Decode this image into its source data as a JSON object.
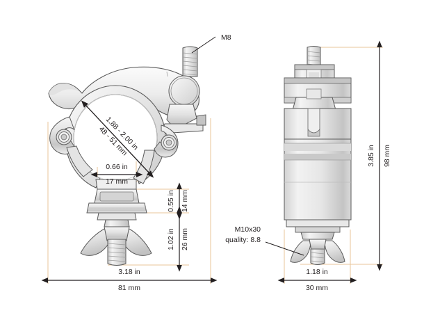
{
  "drawing": {
    "title": "Truss clamp technical drawing",
    "views": [
      {
        "name": "front-view",
        "label": ""
      },
      {
        "name": "side-view",
        "label": ""
      }
    ],
    "colors": {
      "dimension_line": "#231f20",
      "extension_line": "#e8c49a",
      "metal_light": "#f2f2f2",
      "metal_mid": "#dcdcdc",
      "metal_dark": "#b8b8b8",
      "outline": "#5a5a5a",
      "background": "#ffffff"
    }
  },
  "annotations": {
    "thread_top": "M8",
    "bolt_spec_line1": "M10x30",
    "bolt_spec_line2": "quality: 8.8"
  },
  "dimensions": {
    "bore_diameter": {
      "inches": "1.88 - 2.00 in",
      "mm": "48 - 51 mm"
    },
    "jaw_width": {
      "inches": "0.66 in",
      "mm": "17 mm"
    },
    "lower_block_height": {
      "inches": "0.55 in",
      "mm": "14 mm"
    },
    "bolt_length": {
      "inches": "1.02 in",
      "mm": "26 mm"
    },
    "overall_width": {
      "inches": "3.18 in",
      "mm": "81 mm"
    },
    "overall_height": {
      "inches": "3.85 in",
      "mm": "98 mm"
    },
    "body_depth": {
      "inches": "1.18 in",
      "mm": "30 mm"
    }
  }
}
